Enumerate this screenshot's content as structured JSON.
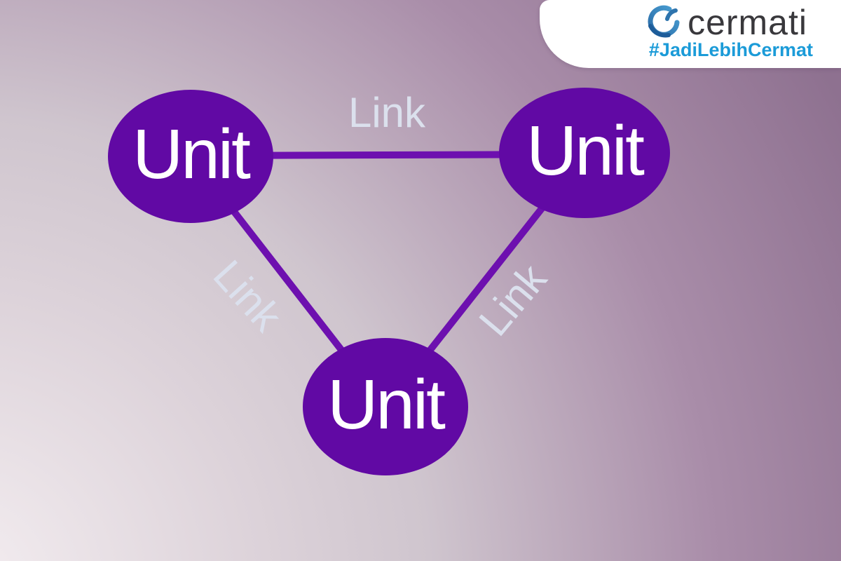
{
  "brand": {
    "name": "cermati",
    "tagline_prefix": "#JadiLebih",
    "tagline_bold": "Cermat",
    "colors": {
      "tagline_blue": "#1b9bd8",
      "wordmark_gray": "#39383c",
      "icon_blue": "#3a7fb8",
      "icon_blue_dark": "#1d5c99"
    }
  },
  "diagram": {
    "nodes": [
      {
        "id": "unit-top-left",
        "label": "Unit"
      },
      {
        "id": "unit-top-right",
        "label": "Unit"
      },
      {
        "id": "unit-bottom",
        "label": "Unit"
      }
    ],
    "links": [
      {
        "id": "link-top",
        "label": "Link",
        "from": "unit-top-left",
        "to": "unit-top-right"
      },
      {
        "id": "link-left",
        "label": "Link",
        "from": "unit-top-left",
        "to": "unit-bottom"
      },
      {
        "id": "link-right",
        "label": "Link",
        "from": "unit-top-right",
        "to": "unit-bottom"
      }
    ],
    "colors": {
      "node_fill": "#6109a4",
      "line": "#6d10af",
      "link_label": "#dbe0ed",
      "node_label": "#ffffff"
    }
  }
}
